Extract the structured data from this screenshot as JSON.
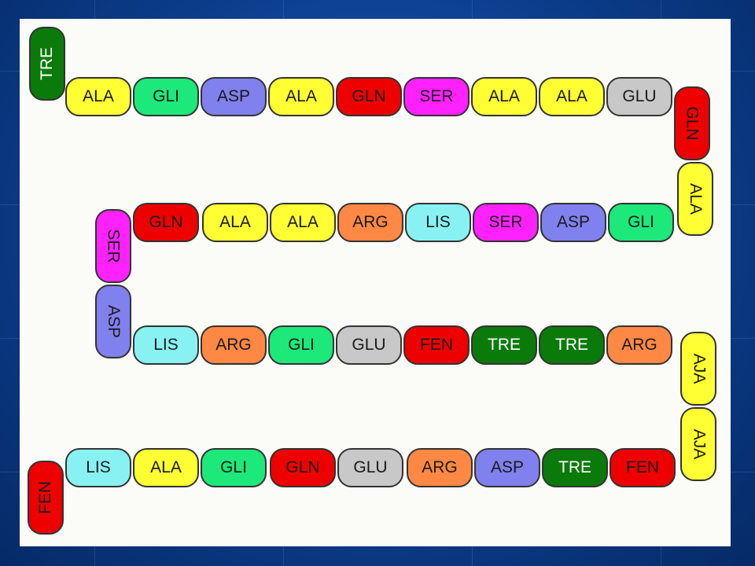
{
  "colors": {
    "ALA": "#ffff33",
    "GLI": "#1de87a",
    "ASP": "#8080ee",
    "GLN": "#ee0000",
    "SER": "#ff22ff",
    "GLU": "#c8c8c8",
    "ARG": "#ff8844",
    "LIS": "#88f2f2",
    "FEN": "#ee0000",
    "TRE": "#0a7a0a",
    "AJA": "#ffff33"
  },
  "residues": [
    {
      "id": "r1",
      "label": "TRE"
    },
    {
      "id": "r2",
      "label": "ALA"
    },
    {
      "id": "r3",
      "label": "GLI"
    },
    {
      "id": "r4",
      "label": "ASP"
    },
    {
      "id": "r5",
      "label": "ALA"
    },
    {
      "id": "r6",
      "label": "GLN"
    },
    {
      "id": "r7",
      "label": "SER"
    },
    {
      "id": "r8",
      "label": "ALA"
    },
    {
      "id": "r9",
      "label": "ALA"
    },
    {
      "id": "r10",
      "label": "GLU"
    },
    {
      "id": "r11",
      "label": "GLN"
    },
    {
      "id": "r12",
      "label": "ALA"
    },
    {
      "id": "r13",
      "label": "GLI"
    },
    {
      "id": "r14",
      "label": "ASP"
    },
    {
      "id": "r15",
      "label": "SER"
    },
    {
      "id": "r16",
      "label": "LIS"
    },
    {
      "id": "r17",
      "label": "ARG"
    },
    {
      "id": "r18",
      "label": "ALA"
    },
    {
      "id": "r19",
      "label": "ALA"
    },
    {
      "id": "r20",
      "label": "GLN"
    },
    {
      "id": "r21",
      "label": "SER"
    },
    {
      "id": "r22",
      "label": "ASP"
    },
    {
      "id": "r23",
      "label": "LIS"
    },
    {
      "id": "r24",
      "label": "ARG"
    },
    {
      "id": "r25",
      "label": "GLI"
    },
    {
      "id": "r26",
      "label": "GLU"
    },
    {
      "id": "r27",
      "label": "FEN"
    },
    {
      "id": "r28",
      "label": "TRE"
    },
    {
      "id": "r29",
      "label": "TRE"
    },
    {
      "id": "r30",
      "label": "ARG"
    },
    {
      "id": "r31",
      "label": "AJA"
    },
    {
      "id": "r32",
      "label": "AJA"
    },
    {
      "id": "r33",
      "label": "FEN"
    },
    {
      "id": "r34",
      "label": "TRE"
    },
    {
      "id": "r35",
      "label": "ASP"
    },
    {
      "id": "r36",
      "label": "ARG"
    },
    {
      "id": "r37",
      "label": "GLU"
    },
    {
      "id": "r38",
      "label": "GLN"
    },
    {
      "id": "r39",
      "label": "GLI"
    },
    {
      "id": "r40",
      "label": "ALA"
    },
    {
      "id": "r41",
      "label": "LIS"
    },
    {
      "id": "r42",
      "label": "FEN"
    }
  ]
}
